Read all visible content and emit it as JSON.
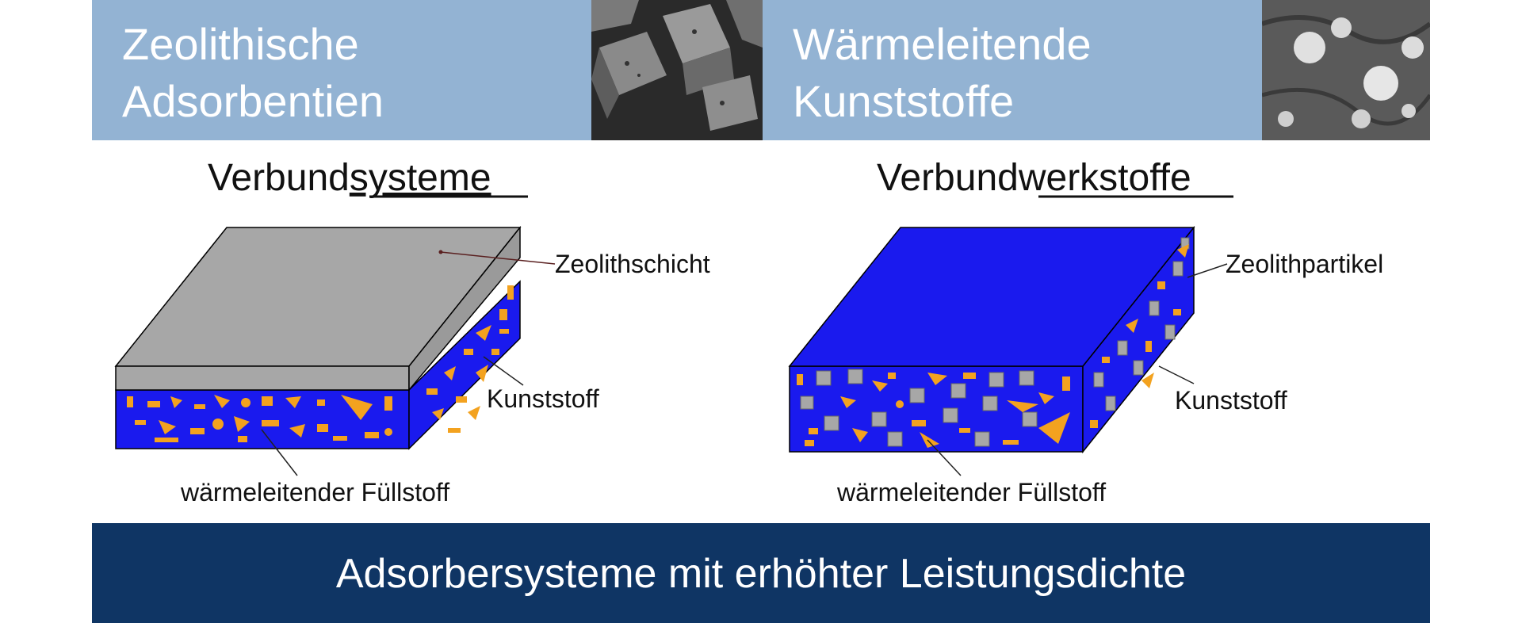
{
  "top": {
    "left_title": "Zeolithische\nAdsorbentien",
    "right_title": "Wärmeleitende\nKunststoffe"
  },
  "left_diagram": {
    "heading_plain": "Verbund",
    "heading_underlined": "systeme",
    "label_layer": "Zeolithschicht",
    "label_matrix": "Kunststoff",
    "label_filler": "wärmeleitender Füllstoff"
  },
  "right_diagram": {
    "heading_plain": "Verbund",
    "heading_underlined": "werkstoffe",
    "label_particles": "Zeolithpartikel",
    "label_matrix": "Kunststoff",
    "label_filler": "wärmeleitender Füllstoff"
  },
  "bottom": {
    "title": "Adsorbersysteme mit erhöhter Leistungsdichte"
  },
  "colors": {
    "top_band": "#93b3d3",
    "bottom_band": "#0f3564",
    "plastic_blue": "#1a1aee",
    "filler_orange": "#f3a21f",
    "zeolite_gray": "#a7a7a7"
  },
  "icons": [
    "zeolite-crystal-micrograph",
    "plastic-composite-micrograph"
  ]
}
